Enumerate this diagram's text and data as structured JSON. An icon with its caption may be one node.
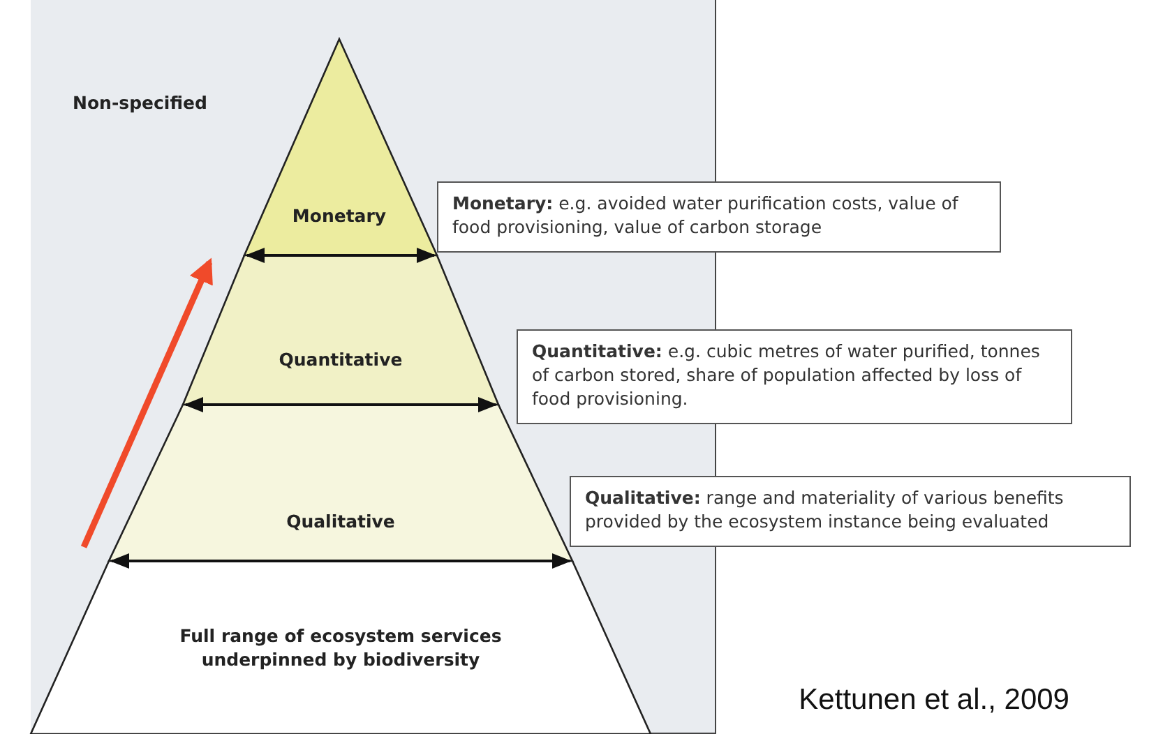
{
  "diagram": {
    "caption": "Kettunen et al., 2009",
    "nodes": [
      {
        "text": [
          "Monetary"
        ]
      },
      {
        "text": [
          "Quantitative"
        ]
      },
      {
        "text": [
          "Qualitative"
        ]
      },
      {
        "text": [
          "Full range of ecosystem services underpinned by biodiversity"
        ]
      },
      {
        "text": [
          "**Monetary:** e.g. avoided water purification costs, value of food provisioning, value of carbon storage"
        ]
      },
      {
        "text": [
          "**Quantitative:** e.g. cubic metres of water purified, tonnes of carbon stored, share of population affected by loss of food provisioning."
        ]
      },
      {
        "text": [
          "**Qualitative:** range and materiality of various benefits provided by the ecosystem instance being evaluated"
        ]
      }
    ],
    "edges": [],
    "labels": [
      "Non-specified"
    ]
  }
}
